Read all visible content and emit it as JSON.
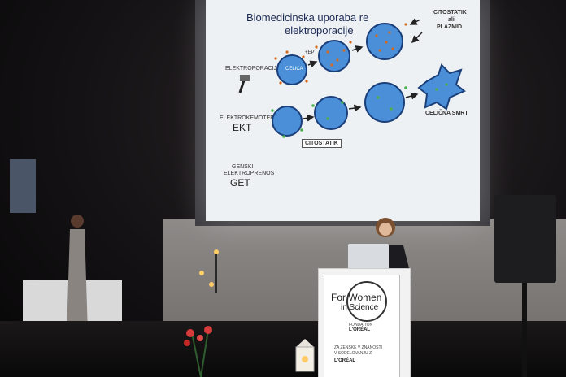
{
  "slide": {
    "title_line1": "Biomedicinska uporaba re",
    "title_line2": "elektroporacije",
    "row1_label": "ELEKTROPORACIJA",
    "row2_label": "ELEKTROKEMOTERAPIJA",
    "row2_abbr": "EKT",
    "row3_label_a": "GENSKI",
    "row3_label_b": "ELEKTROPRENOS",
    "row3_abbr": "GET",
    "cell_label": "CELICA",
    "ep_label": "+EP",
    "citostatik_top_a": "CITOSTATIK",
    "citostatik_top_b": "ali",
    "citostatik_top_c": "PLAZMID",
    "citostatik_box": "CITOSTATIK",
    "death_label": "CELIČNA SMRT"
  },
  "podium": {
    "line1": "For Women",
    "line2": "in Science",
    "foundation": "FONDATION",
    "loreal": "L'ORÉAL",
    "caption1": "ZA ŽENSKE V ZNANOSTI",
    "caption2": "V SODELOVANJU Z",
    "loreal2": "L'ORÉAL"
  },
  "colors": {
    "cell": "#4a8fd8",
    "cell_stroke": "#1a3f7a",
    "drug_dot": "#d2691e",
    "green_dot": "#4caf50",
    "screen_bg": "#eef1f3"
  }
}
